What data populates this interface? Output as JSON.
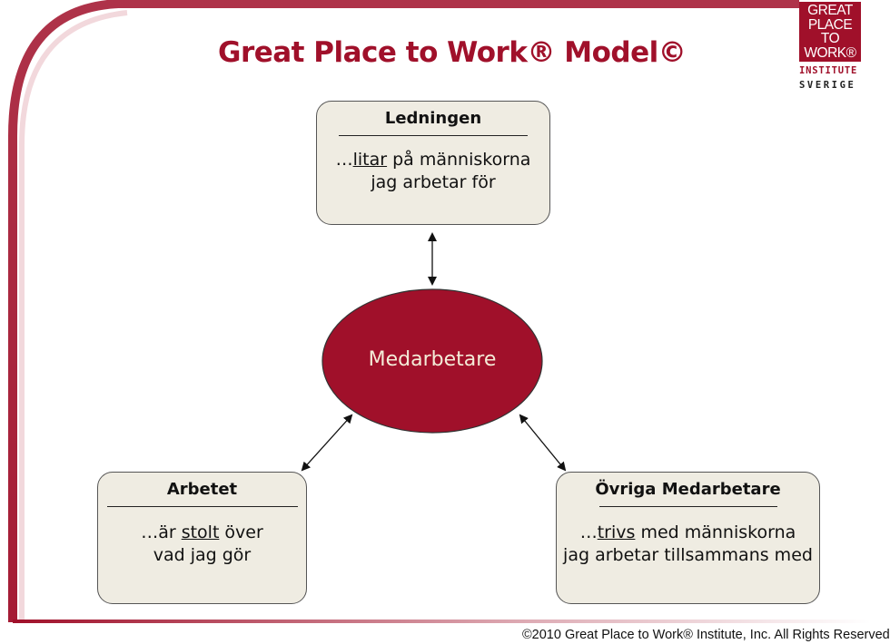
{
  "title": "Great Place to Work® Model©",
  "logo": {
    "lines": [
      "GREAT",
      "PLACE",
      "TO",
      "WORK®"
    ],
    "institute": "INSTITUTE",
    "country": "SVERIGE"
  },
  "nodes": {
    "ledningen": {
      "heading": "Ledningen",
      "line1_prefix": "…",
      "line1_keyword": "litar",
      "line1_rest": " på människorna",
      "line2": "jag arbetar för"
    },
    "medarbetare": {
      "label": "Medarbetare"
    },
    "arbetet": {
      "heading": "Arbetet",
      "line1_prefix": "…är ",
      "line1_keyword": "stolt",
      "line1_rest": " över",
      "line2": "vad jag gör"
    },
    "ovriga": {
      "heading": "Övriga Medarbetare",
      "line1_prefix": "…",
      "line1_keyword": "trivs",
      "line1_rest": " med människorna",
      "line2": "jag arbetar tillsammans med"
    }
  },
  "footer": "©2010 Great Place to Work® Institute, Inc.  All Rights Reserved",
  "colors": {
    "brand": "#a0102a",
    "box_fill": "#efece2",
    "frame_line": "#a0102a"
  }
}
